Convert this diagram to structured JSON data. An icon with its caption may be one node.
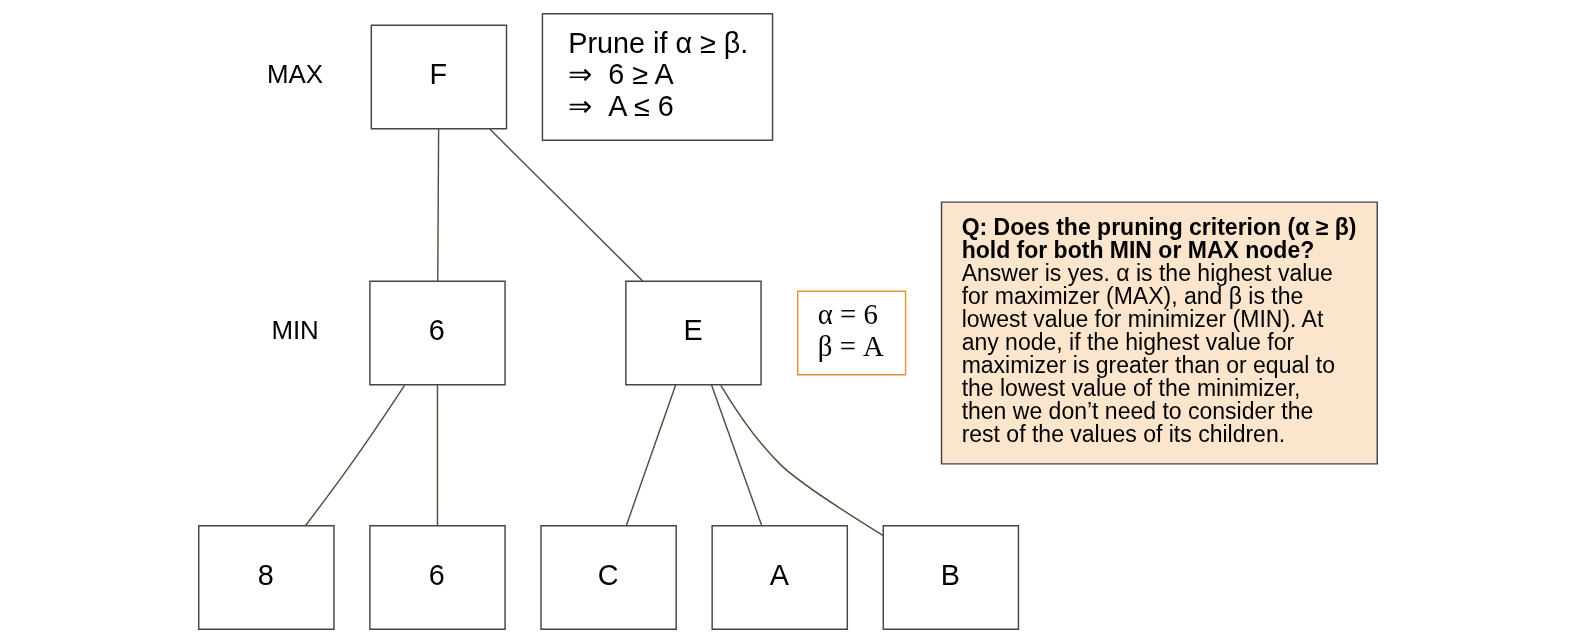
{
  "diagram": {
    "nodes": [
      {
        "text": [
          "F"
        ]
      },
      {
        "text": [
          "6"
        ]
      },
      {
        "text": [
          "E"
        ]
      },
      {
        "text": [
          "6"
        ]
      },
      {
        "text": [
          "8"
        ]
      },
      {
        "text": [
          "A"
        ]
      },
      {
        "text": [
          "B"
        ]
      },
      {
        "text": [
          "C"
        ]
      },
      {
        "text": [
          "Prune if α ≥ β.",
          "⇒  6 ≥ A",
          "⇒  A ≤ 6"
        ]
      },
      {
        "text": [
          "α = 6",
          "β = A"
        ]
      },
      {
        "text": [
          "Q: Does the pruning criterion (α ≥ β) hold for both MIN or MAX node?",
          "Answer is yes. α is the highest value for maximizer (MAX), and β is the lowest value for minimizer (MIN). At any node, if the highest value for maximizer is greater than or equal to the lowest value of the minimizer, then we don’t need to consider the rest of the values of its children."
        ]
      }
    ],
    "edges": [
      {
        "from": 0,
        "to": 1,
        "arrow": "none"
      },
      {
        "from": 0,
        "to": 2,
        "arrow": "none"
      },
      {
        "from": 1,
        "to": 3,
        "arrow": "none"
      },
      {
        "from": 1,
        "to": 4,
        "arrow": "none"
      },
      {
        "from": 2,
        "to": 5,
        "arrow": "none"
      },
      {
        "from": 2,
        "to": 6,
        "arrow": "none"
      },
      {
        "from": 2,
        "to": 7,
        "arrow": "none"
      }
    ],
    "labels": [
      "MAX",
      "MIN"
    ]
  }
}
